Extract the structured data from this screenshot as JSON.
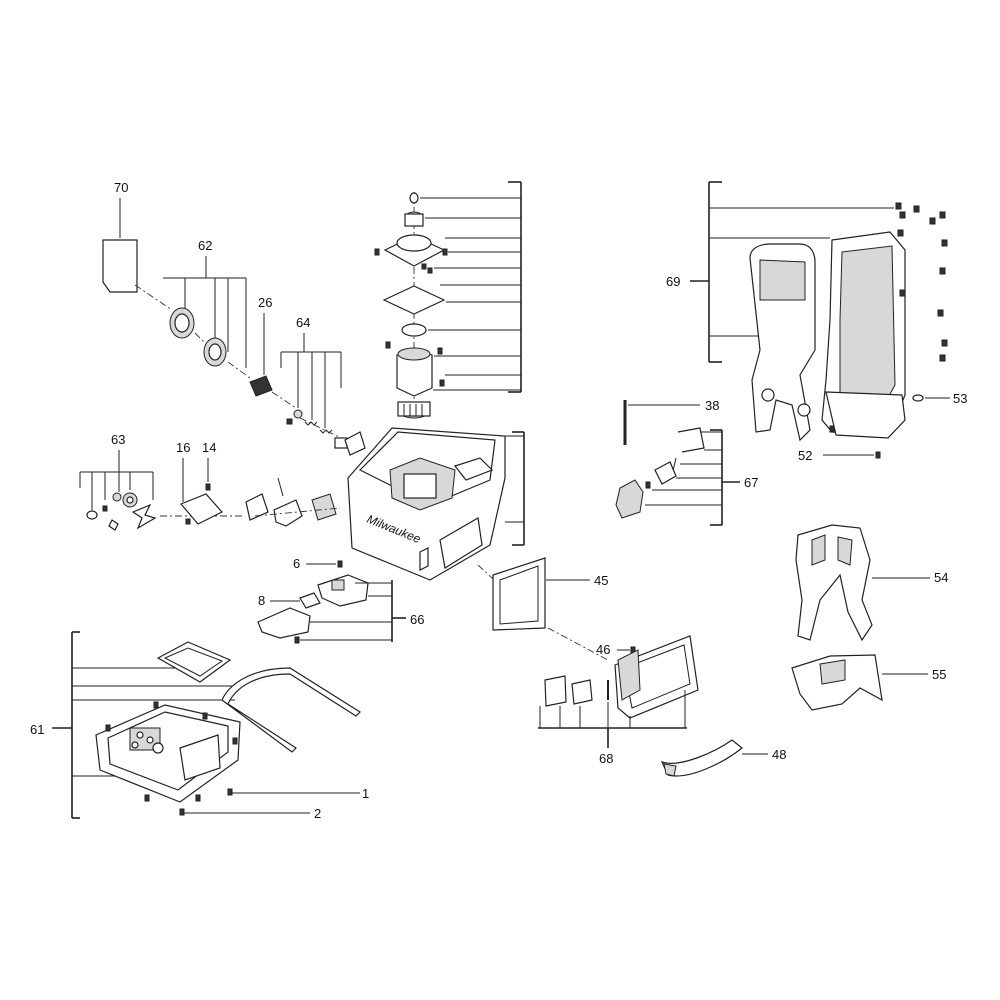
{
  "callouts": [
    {
      "id": "c70",
      "text": "70"
    },
    {
      "id": "c62",
      "text": "62"
    },
    {
      "id": "c26",
      "text": "26"
    },
    {
      "id": "c64",
      "text": "64"
    },
    {
      "id": "c63",
      "text": "63"
    },
    {
      "id": "c16",
      "text": "16"
    },
    {
      "id": "c14",
      "text": "14"
    },
    {
      "id": "c69",
      "text": "69"
    },
    {
      "id": "c53",
      "text": "53"
    },
    {
      "id": "c52",
      "text": "52"
    },
    {
      "id": "c38",
      "text": "38"
    },
    {
      "id": "c67",
      "text": "67"
    },
    {
      "id": "c6",
      "text": "6"
    },
    {
      "id": "c45",
      "text": "45"
    },
    {
      "id": "c8",
      "text": "8"
    },
    {
      "id": "c66",
      "text": "66"
    },
    {
      "id": "c54",
      "text": "54"
    },
    {
      "id": "c55",
      "text": "55"
    },
    {
      "id": "c46",
      "text": "46"
    },
    {
      "id": "c61",
      "text": "61"
    },
    {
      "id": "c68",
      "text": "68"
    },
    {
      "id": "c48",
      "text": "48"
    },
    {
      "id": "c1",
      "text": "1"
    },
    {
      "id": "c2",
      "text": "2"
    }
  ],
  "brand_mark": "Milwaukee",
  "colors": {
    "line": "#222222",
    "background": "#ffffff",
    "fill_light": "#d8d8d8"
  }
}
